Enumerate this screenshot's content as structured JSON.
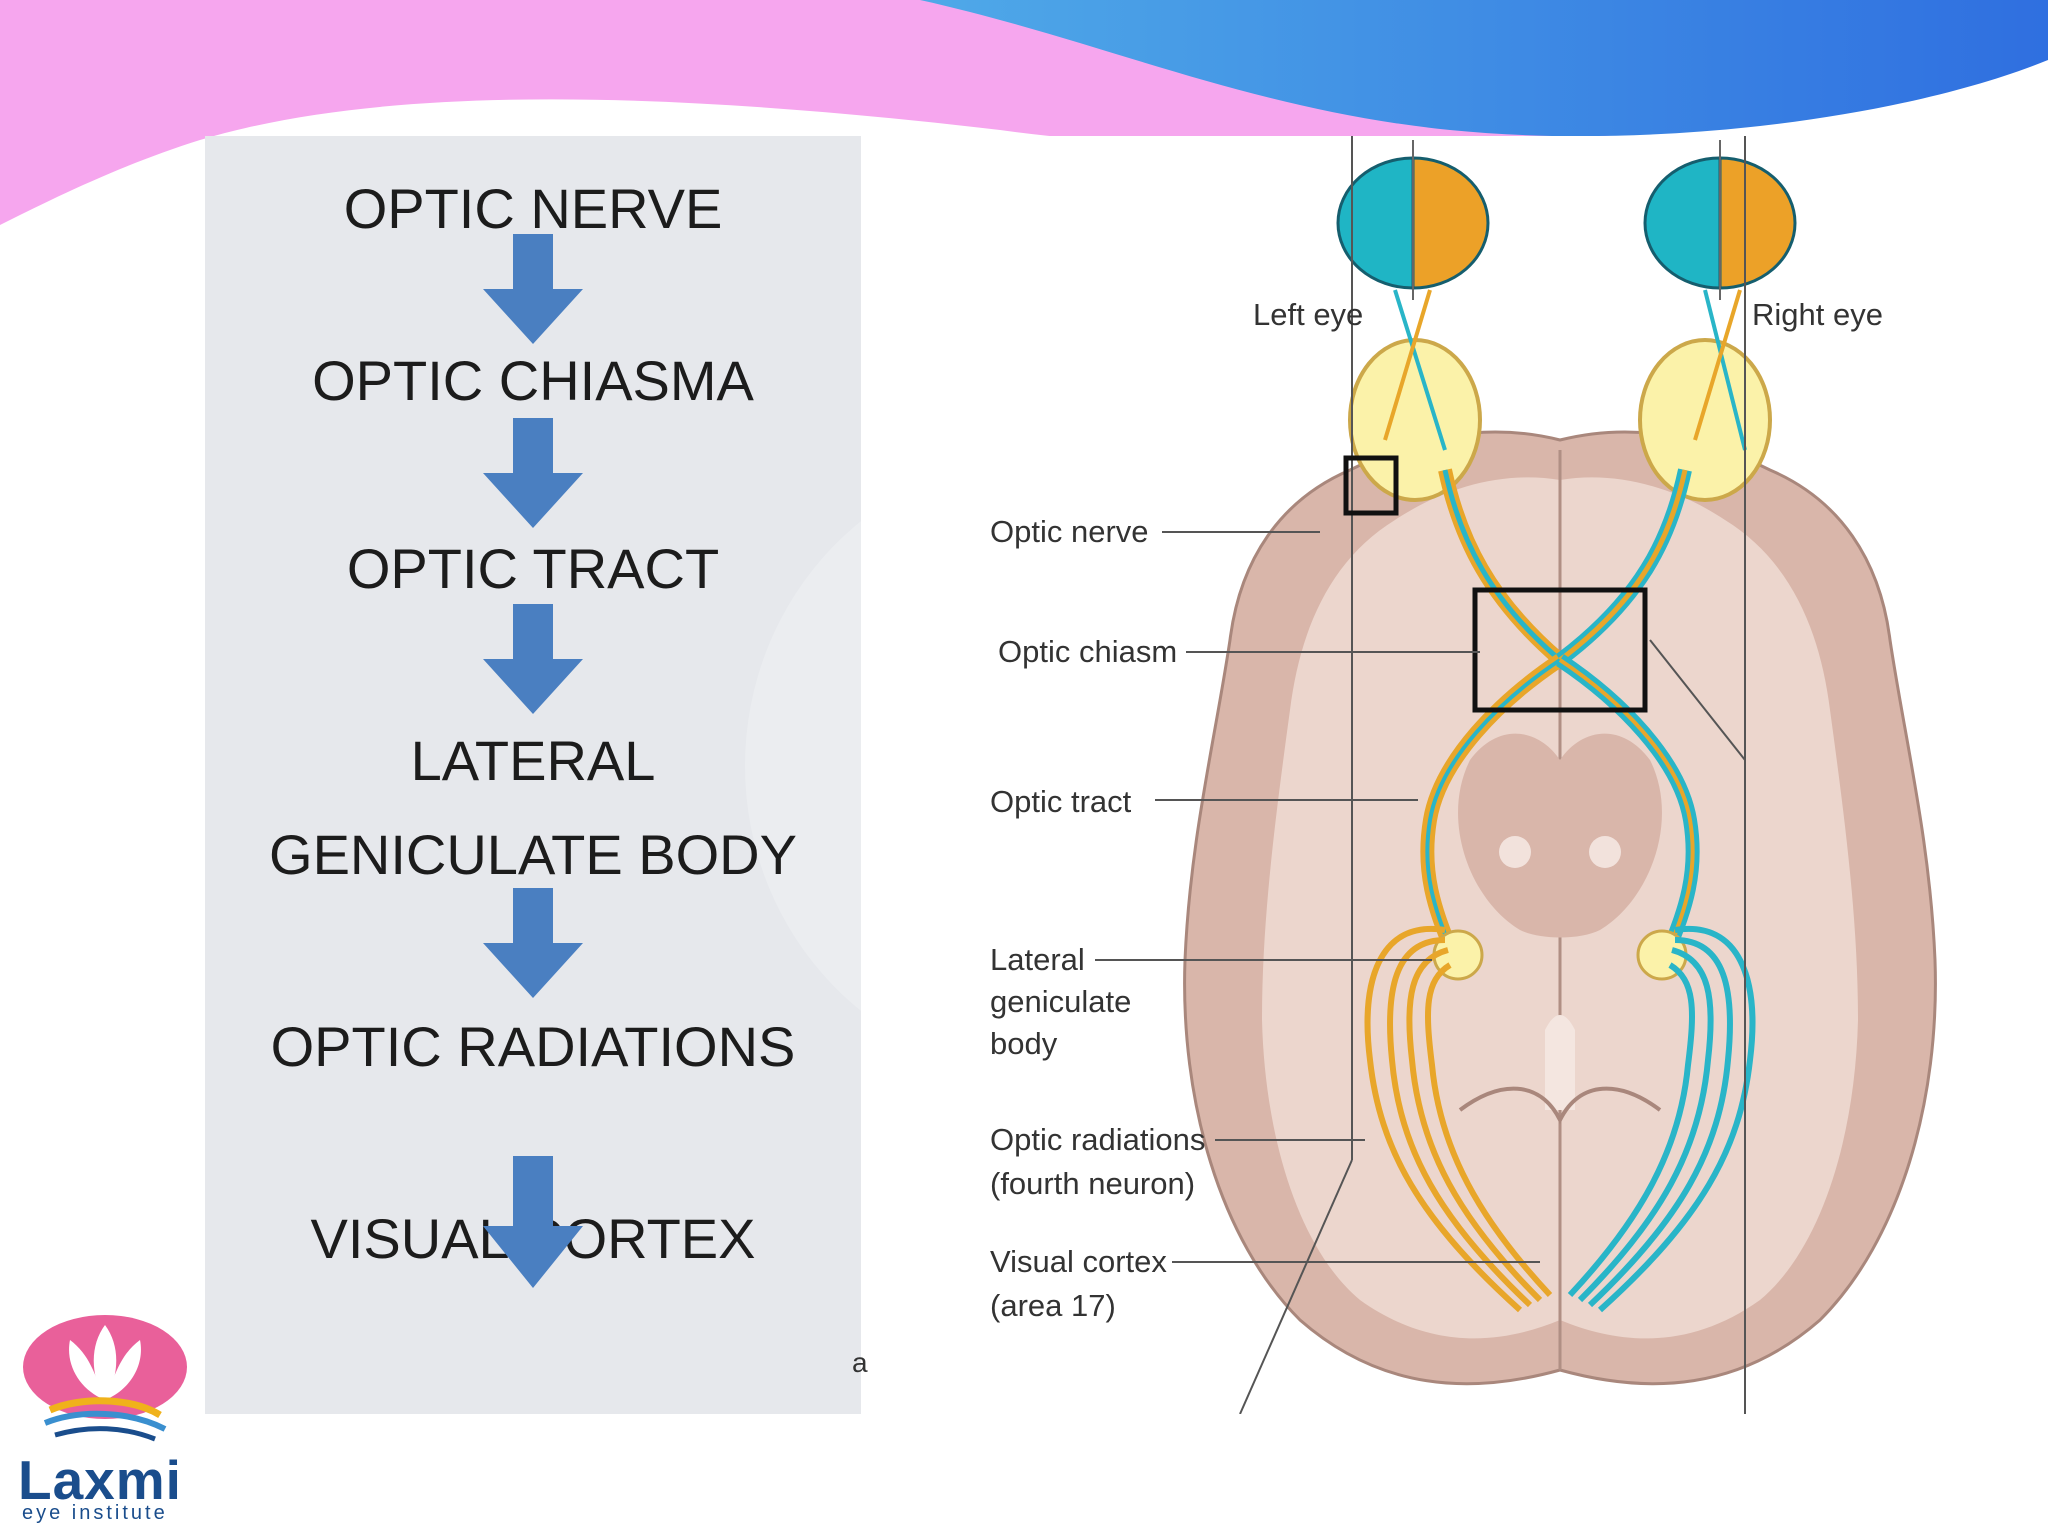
{
  "flowchart": {
    "steps": [
      {
        "label": "OPTIC NERVE"
      },
      {
        "label": "OPTIC CHIASMA"
      },
      {
        "label": "OPTIC TRACT"
      },
      {
        "label": "LATERAL"
      },
      {
        "label": "GENICULATE BODY"
      },
      {
        "label": "OPTIC RADIATIONS"
      },
      {
        "label": "VISUAL CORTEX"
      }
    ],
    "arrow_color": "#4a7fc1",
    "stray_text": "a"
  },
  "diagram": {
    "eyes": {
      "left": "Left eye",
      "right": "Right eye"
    },
    "labels": {
      "optic_nerve": "Optic nerve",
      "optic_chiasm": "Optic chiasm",
      "optic_tract": "Optic tract",
      "lgb_1": "Lateral",
      "lgb_2": "geniculate",
      "lgb_3": "body",
      "radiations_1": "Optic radiations",
      "radiations_2": "(fourth neuron)",
      "cortex_1": "Visual cortex",
      "cortex_2": "(area 17)"
    },
    "colors": {
      "temporal": "#e8a62a",
      "nasal": "#29b5c8",
      "brain": "#d9b6aa",
      "white_matter": "#ecd6cd"
    }
  },
  "logo": {
    "name": "Laxmi",
    "subtitle": "eye institute"
  }
}
